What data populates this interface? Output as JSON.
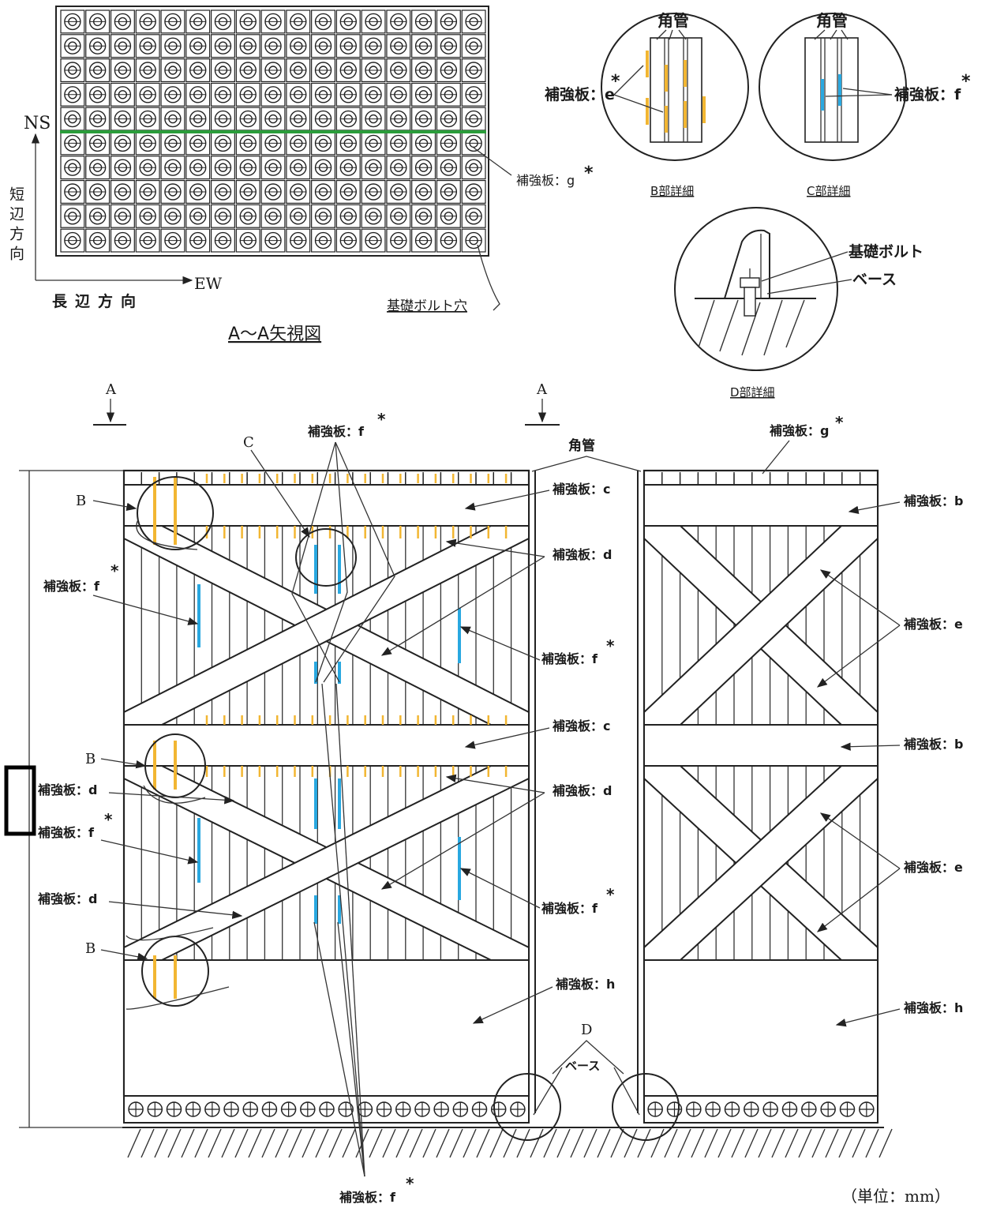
{
  "colors": {
    "line": "#222222",
    "reinforcement_g": "#2a9d3a",
    "reinforcement_e": "#f2b632",
    "reinforcement_f": "#29a8e0",
    "highlight_box": "#000000"
  },
  "plan_view": {
    "title": "A～A矢視図",
    "ns_label": "NS",
    "ew_label": "EW",
    "short_side": "短辺方向",
    "long_side": "長辺方向",
    "bolt_hole_label": "基礎ボルト穴",
    "plate_g_label": "補強板：g",
    "plate_g_mark": "*",
    "grid_cols": 17,
    "grid_rows": 10
  },
  "detail_b": {
    "caption": "B部詳細",
    "tube_label": "角管",
    "plate_label": "補強板：e",
    "plate_mark": "*"
  },
  "detail_c": {
    "caption": "C部詳細",
    "tube_label": "角管",
    "plate_label": "補強板：f",
    "plate_mark": "*"
  },
  "detail_d": {
    "caption": "D部詳細",
    "bolt_label": "基礎ボルト",
    "base_label": "ベース"
  },
  "elevation": {
    "section_a_left": "A",
    "section_a_right": "A",
    "detail_c_marker": "C",
    "detail_d_marker": "D",
    "tube_label": "角管",
    "base_label": "ベース",
    "b_markers": [
      "B",
      "B",
      "B"
    ],
    "plate_f": "補強板：f",
    "plate_g": "補強板：g",
    "plate_c": "補強板：c",
    "plate_d": "補強板：d",
    "plate_h": "補強板：h",
    "plate_b": "補強板：b",
    "plate_e": "補強板：e",
    "star": "*",
    "unit": "（単位：mm）"
  }
}
